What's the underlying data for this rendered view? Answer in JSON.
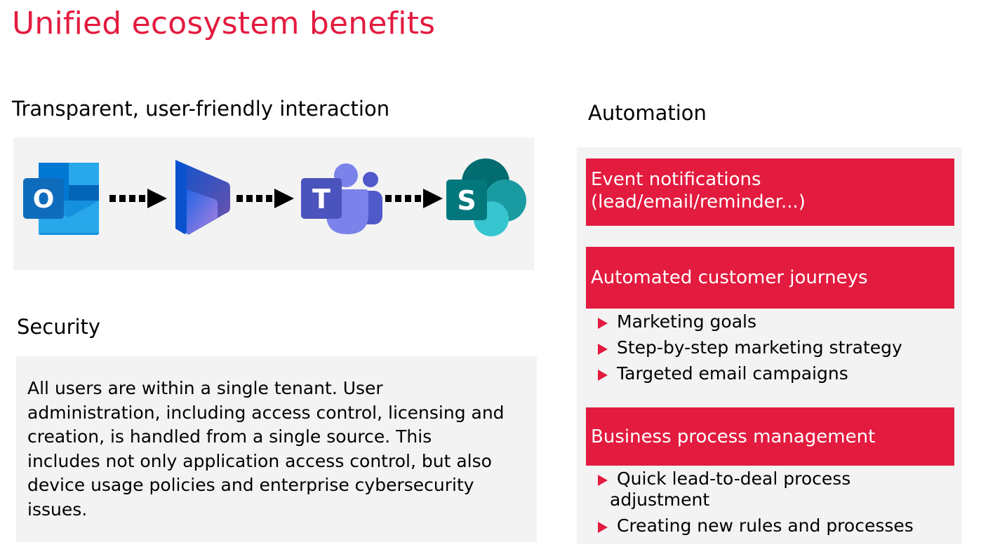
{
  "title": "Unified ecosystem benefits",
  "interaction": {
    "heading": "Transparent, user-friendly interaction",
    "apps": [
      {
        "name": "outlook-icon",
        "letter": "O"
      },
      {
        "name": "dynamics-icon",
        "letter": ""
      },
      {
        "name": "teams-icon",
        "letter": "T"
      },
      {
        "name": "sharepoint-icon",
        "letter": "S"
      }
    ]
  },
  "security": {
    "heading": "Security",
    "lines": [
      "All users are within a single tenant. User",
      "administration, including access control, licensing and",
      "creation, is handled from a single source. This",
      "includes not only application access control, but also",
      "device usage policies and enterprise cybersecurity",
      "issues."
    ]
  },
  "automation": {
    "heading": "Automation",
    "event_notifications": {
      "line1": "Event notifications",
      "line2": "(lead/email/reminder...)"
    },
    "customer_journeys": {
      "label": "Automated customer journeys",
      "items": [
        "Marketing goals",
        "Step-by-step marketing strategy",
        "Targeted email campaigns"
      ]
    },
    "business_process": {
      "label": "Business process management",
      "items": [
        {
          "line1": "Quick lead-to-deal process",
          "line2": "adjustment"
        },
        {
          "line1": "Creating new rules and processes",
          "line2": ""
        }
      ]
    }
  },
  "colors": {
    "accent": "#e31b3f",
    "panel": "#f3f3f3"
  }
}
